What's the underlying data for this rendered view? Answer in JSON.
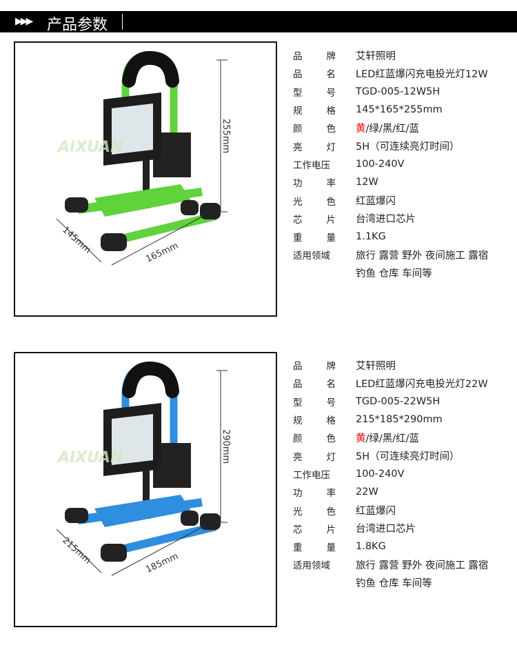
{
  "header": {
    "title": "产品参数",
    "arrows": "▶▶▶"
  },
  "watermark": "AIXUAN",
  "products": [
    {
      "color": "#5fd23c",
      "dims": {
        "height": "255mm",
        "depth": "145mm",
        "width": "165mm"
      },
      "specs": [
        {
          "label": [
            "品",
            "牌"
          ],
          "value": "艾轩照明"
        },
        {
          "label": [
            "品",
            "名"
          ],
          "value": "LED红蓝爆闪充电投光灯12W"
        },
        {
          "label": [
            "型",
            "号"
          ],
          "value": "TGD-005-12W5H"
        },
        {
          "label": [
            "规",
            "格"
          ],
          "value": "145*165*255mm"
        },
        {
          "label": [
            "颜",
            "色"
          ],
          "value_highlight": "黄",
          "value": "/绿/黑/红/蓝"
        },
        {
          "label": [
            "亮",
            "灯"
          ],
          "value": "5H（可连续亮灯时间）"
        },
        {
          "label_full": "工作电压",
          "value": "100-240V"
        },
        {
          "label": [
            "功",
            "率"
          ],
          "value": "12W"
        },
        {
          "label": [
            "光",
            "色"
          ],
          "value": "红蓝爆闪"
        },
        {
          "label": [
            "芯",
            "片"
          ],
          "value": "台湾进口芯片"
        },
        {
          "label": [
            "重",
            "量"
          ],
          "value": "1.1KG"
        },
        {
          "label_full": "适用领域",
          "value": "旅行 露营 野外 夜间施工 露宿",
          "value2": "钓鱼 仓库 车间等"
        }
      ]
    },
    {
      "color": "#2f8ee0",
      "dims": {
        "height": "290mm",
        "depth": "215mm",
        "width": "185mm"
      },
      "specs": [
        {
          "label": [
            "品",
            "牌"
          ],
          "value": "艾轩照明"
        },
        {
          "label": [
            "品",
            "名"
          ],
          "value": "LED红蓝爆闪充电投光灯22W"
        },
        {
          "label": [
            "型",
            "号"
          ],
          "value": "TGD-005-22W5H"
        },
        {
          "label": [
            "规",
            "格"
          ],
          "value": "215*185*290mm"
        },
        {
          "label": [
            "颜",
            "色"
          ],
          "value_highlight": "黄",
          "value": "/绿/黑/红/蓝"
        },
        {
          "label": [
            "亮",
            "灯"
          ],
          "value": "5H（可连续亮灯时间）"
        },
        {
          "label_full": "工作电压",
          "value": "100-240V"
        },
        {
          "label": [
            "功",
            "率"
          ],
          "value": "22W"
        },
        {
          "label": [
            "光",
            "色"
          ],
          "value": "红蓝爆闪"
        },
        {
          "label": [
            "芯",
            "片"
          ],
          "value": "台湾进口芯片"
        },
        {
          "label": [
            "重",
            "量"
          ],
          "value": "1.8KG"
        },
        {
          "label_full": "适用领域",
          "value": "旅行 露营 野外 夜间施工 露宿",
          "value2": "钓鱼 仓库 车间等"
        }
      ]
    }
  ]
}
